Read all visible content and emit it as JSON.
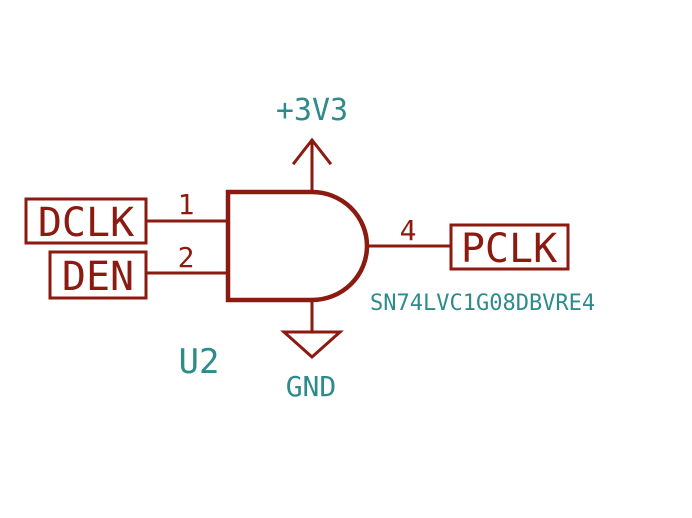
{
  "power": {
    "label": "+3V3"
  },
  "ground": {
    "label": "GND"
  },
  "component": {
    "reference": "U2",
    "value": "SN74LVC1G08DBVRE4"
  },
  "pins": [
    {
      "number": "1",
      "net": "DCLK"
    },
    {
      "number": "2",
      "net": "DEN"
    },
    {
      "number": "4",
      "net": "PCLK"
    }
  ],
  "colors": {
    "wire": "#8b1a10",
    "text": "#2e8b8b",
    "background": "#ffffff"
  }
}
